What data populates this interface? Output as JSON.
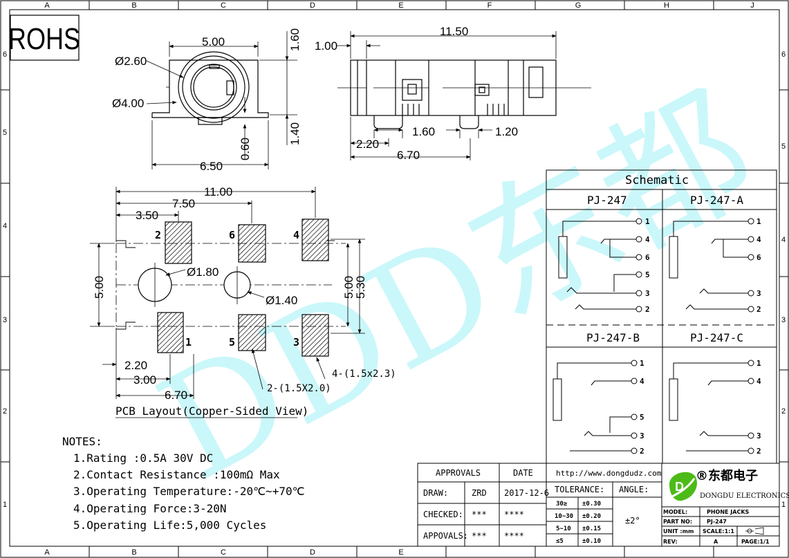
{
  "border": {
    "cols": [
      "A",
      "B",
      "C",
      "D",
      "E",
      "F",
      "G",
      "H",
      "J"
    ],
    "rows": [
      "6",
      "5",
      "4",
      "3",
      "2",
      "1"
    ]
  },
  "rohs": "ROHS",
  "watermark": "DDD东都",
  "front_view": {
    "width_top": "5.00",
    "inner_dia": "Ø2.60",
    "outer_dia": "Ø4.00",
    "height_top": "1.60",
    "height_bottom": "1.40",
    "pin_offset": "0.60",
    "width_bottom": "6.50"
  },
  "side_view": {
    "length": "11.50",
    "front_offset": "1.00",
    "pin1": "1.60",
    "pin2": "1.20",
    "pin_pos1": "2.20",
    "pin_pos2": "6.70"
  },
  "pcb": {
    "total_width": "11.00",
    "span1": "7.50",
    "span2": "3.50",
    "height_left": "5.00",
    "height_right_inner": "5.00",
    "height_right_outer": "5.30",
    "hole1": "Ø1.80",
    "hole2": "Ø1.40",
    "bottom1": "2.20",
    "bottom2": "3.00",
    "bottom3": "6.70",
    "pad_note1": "2-(1.5X2.0)",
    "pad_note2": "4-(1.5x2.3)",
    "pad_numbers": [
      "2",
      "6",
      "4",
      "1",
      "5",
      "3"
    ],
    "title": "PCB Layout(Copper-Sided View)"
  },
  "notes": {
    "title": "NOTES:",
    "items": [
      "1.Rating :0.5A 30V DC",
      "2.Contact Resistance :100mΩ Max",
      "3.Operating Temperature:-20℃~+70℃",
      "4.Operating Force:3-20N",
      "5.Operating Life:5,000 Cycles"
    ]
  },
  "schematic": {
    "title": "Schematic",
    "variants": [
      "PJ-247",
      "PJ-247-A",
      "PJ-247-B",
      "PJ-247-C"
    ],
    "pins": [
      "1",
      "4",
      "6",
      "5",
      "3",
      "2"
    ]
  },
  "title_block": {
    "approvals": "APPROVALS",
    "date": "DATE",
    "draw": "DRAW:",
    "draw_by": "ZRD",
    "draw_date": "2017-12-6",
    "checked": "CHECKED:",
    "checked_by": "***",
    "checked_date": "****",
    "appovals": "APPOVALS:",
    "appovals_by": "***",
    "appovals_date": "****",
    "url": "http://www.dongdudz.com",
    "tolerance": "TOLERANCE:",
    "angle": "ANGLE:",
    "tol_ranges": [
      "30≥",
      "10~30",
      "5~10",
      "≤5"
    ],
    "tol_values": [
      "±0.30",
      "±0.20",
      "±0.15",
      "±0.10"
    ],
    "angle_value": "±2°",
    "company_cn": "®东都电子",
    "company_en": "DONGDU ELECTRONICS",
    "model_label": "MODEL:",
    "model_value": "PHONE JACKS",
    "part_label": "PART NO:",
    "part_value": "PJ-247",
    "unit_label": "UNIT :mm",
    "scale_label": "SCALE:1:1",
    "rev_label": "REV:",
    "rev_value": "A",
    "page_label": "PAGE:1/1",
    "logo_letter": "D"
  }
}
